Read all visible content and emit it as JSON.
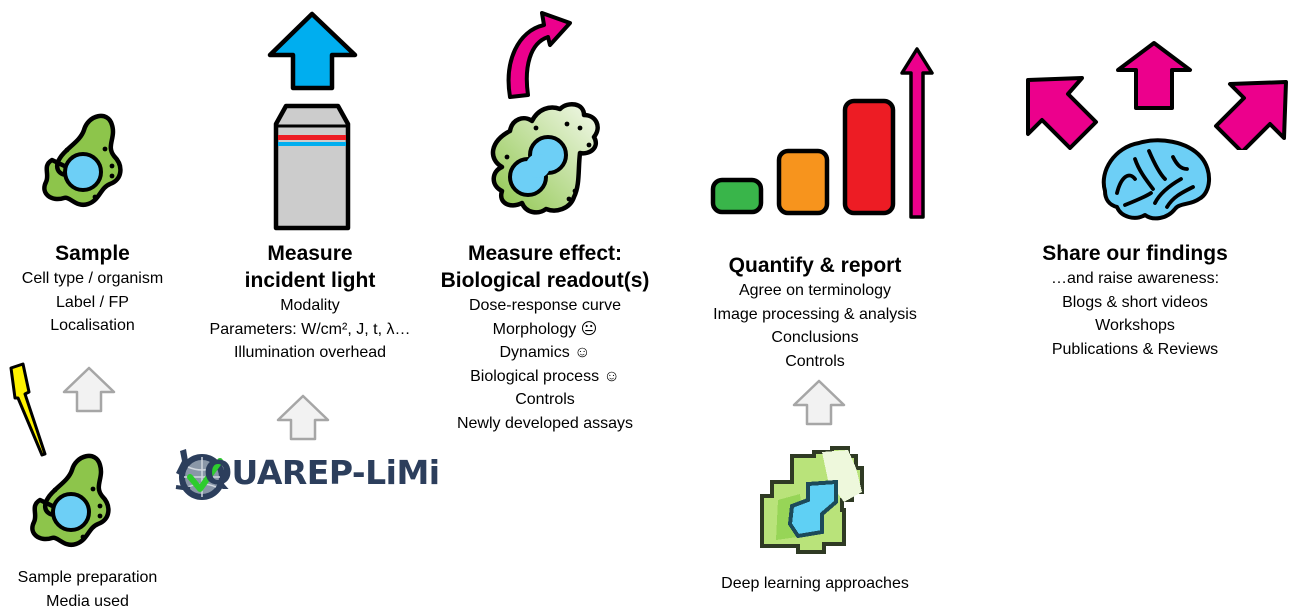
{
  "colors": {
    "cell_green": "#8dc54b",
    "nucleus_blue": "#6dcff6",
    "objective_grey": "#cccccc",
    "light_blue_arrow": "#00aeef",
    "magenta": "#ec008c",
    "bar_green": "#39b54a",
    "bar_orange": "#f7941d",
    "bar_red": "#ed1c24",
    "pipette_yellow": "#fff200",
    "grey_arrow": "#f2f2f2",
    "logo_navy": "#2c3e5c",
    "check_green": "#2ecc2e"
  },
  "steps": [
    {
      "id": "sample",
      "title_lines": [
        "Sample"
      ],
      "details": [
        "Cell type / organism",
        "Label / FP",
        "Localisation"
      ],
      "icon": "cell-icon",
      "sub_source": {
        "icon": "pipette-cell-icon",
        "details": [
          "Sample preparation",
          "Media used"
        ]
      }
    },
    {
      "id": "measure-incident-light",
      "title_lines": [
        "Measure",
        "incident light"
      ],
      "details": [
        "Modality",
        "Parameters: W/cm², J, t, λ…",
        "Illumination overhead"
      ],
      "icon": "objective-lens-icon",
      "top_icon": "blue-up-arrow-icon",
      "sub_source": {
        "icon": "quarep-limi-logo",
        "logo_text": "QUAREP-LiMi"
      }
    },
    {
      "id": "measure-effect",
      "title_lines": [
        "Measure effect:",
        "Biological readout(s)"
      ],
      "details": [
        "Dose-response curve",
        "Morphology 😐",
        "Dynamics ☺",
        "Biological process ☺",
        "Controls",
        "Newly developed assays"
      ],
      "icon": "dividing-cell-icon",
      "top_icon": "curved-magenta-arrow-icon"
    },
    {
      "id": "quantify-report",
      "title_lines": [
        "Quantify & report"
      ],
      "details": [
        "Agree on terminology",
        "Image processing & analysis",
        "Conclusions",
        "Controls"
      ],
      "icon": "bar-chart-icon",
      "sub_source": {
        "icon": "pixelated-cell-icon",
        "details": [
          "Deep learning approaches"
        ]
      }
    },
    {
      "id": "share-findings",
      "title_lines": [
        "Share our findings"
      ],
      "details": [
        "…and raise awareness:",
        "Blogs & short videos",
        "Workshops",
        "Publications & Reviews"
      ],
      "icon": "brain-icon",
      "top_icon": "three-magenta-arrows-icon"
    }
  ]
}
